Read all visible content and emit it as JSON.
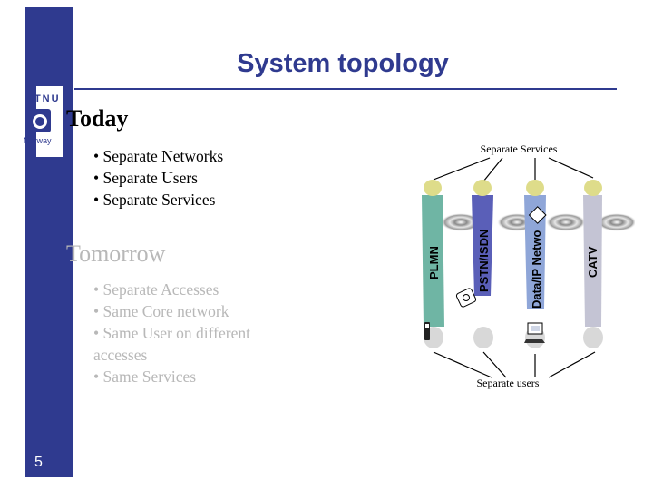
{
  "sidebar": {
    "logo_text": "NTNU",
    "logo_subtext": "Norway",
    "page_number": "5"
  },
  "slide": {
    "title": "System topology"
  },
  "today": {
    "heading": "Today",
    "items": [
      "• Separate Networks",
      "• Separate Users",
      "• Separate Services"
    ]
  },
  "tomorrow": {
    "heading": "Tomorrow",
    "items": [
      "• Separate Accesses",
      "• Same Core network",
      "• Same User on different accesses",
      "• Same Services"
    ]
  },
  "diagram": {
    "top_label": "Separate Services",
    "bottom_label": "Separate users",
    "networks": [
      "PLMN",
      "PSTN/ISDN",
      "Data/IP Netwo",
      "CATV"
    ],
    "colors": {
      "plmn": "#6fb5a4",
      "pstn": "#5a5fb8",
      "data": "#8fa6d8",
      "catv": "#c4c4d4",
      "node_top": "#dedc8a",
      "node_bottom": "#d8d8d8"
    }
  }
}
